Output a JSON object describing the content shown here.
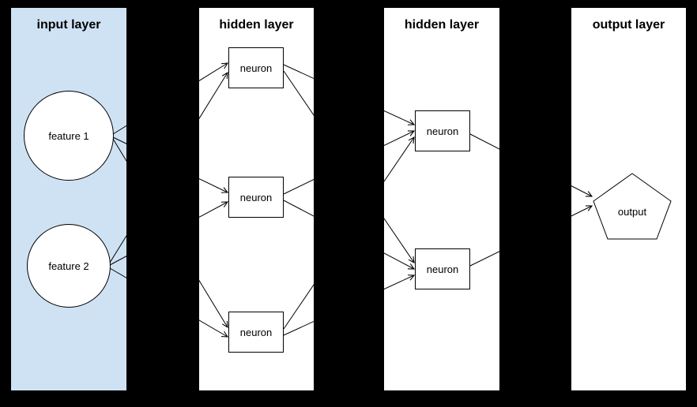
{
  "canvas": {
    "background_color": "#000000"
  },
  "panels": [
    {
      "title": "input layer",
      "fill": "#cfe2f3"
    },
    {
      "title": "hidden layer",
      "fill": "#ffffff"
    },
    {
      "title": "hidden layer",
      "fill": "#ffffff"
    },
    {
      "title": "output layer",
      "fill": "#ffffff"
    }
  ],
  "nodes": {
    "feature1": {
      "label": "feature 1",
      "shape": "circle"
    },
    "feature2": {
      "label": "feature 2",
      "shape": "circle"
    },
    "h1n1": {
      "label": "neuron",
      "shape": "rect"
    },
    "h1n2": {
      "label": "neuron",
      "shape": "rect"
    },
    "h1n3": {
      "label": "neuron",
      "shape": "rect"
    },
    "h2n1": {
      "label": "neuron",
      "shape": "rect"
    },
    "h2n2": {
      "label": "neuron",
      "shape": "rect"
    },
    "output": {
      "label": "output",
      "shape": "pentagon"
    }
  },
  "connections": [
    "feature1->h1n1",
    "feature1->h1n2",
    "feature1->h1n3",
    "feature2->h1n1",
    "feature2->h1n2",
    "feature2->h1n3",
    "h1n1->h2n1",
    "h1n1->h2n2",
    "h1n2->h2n1",
    "h1n2->h2n2",
    "h1n3->h2n1",
    "h1n3->h2n2",
    "h2n1->output",
    "h2n2->output"
  ],
  "edge_color": "#000000"
}
